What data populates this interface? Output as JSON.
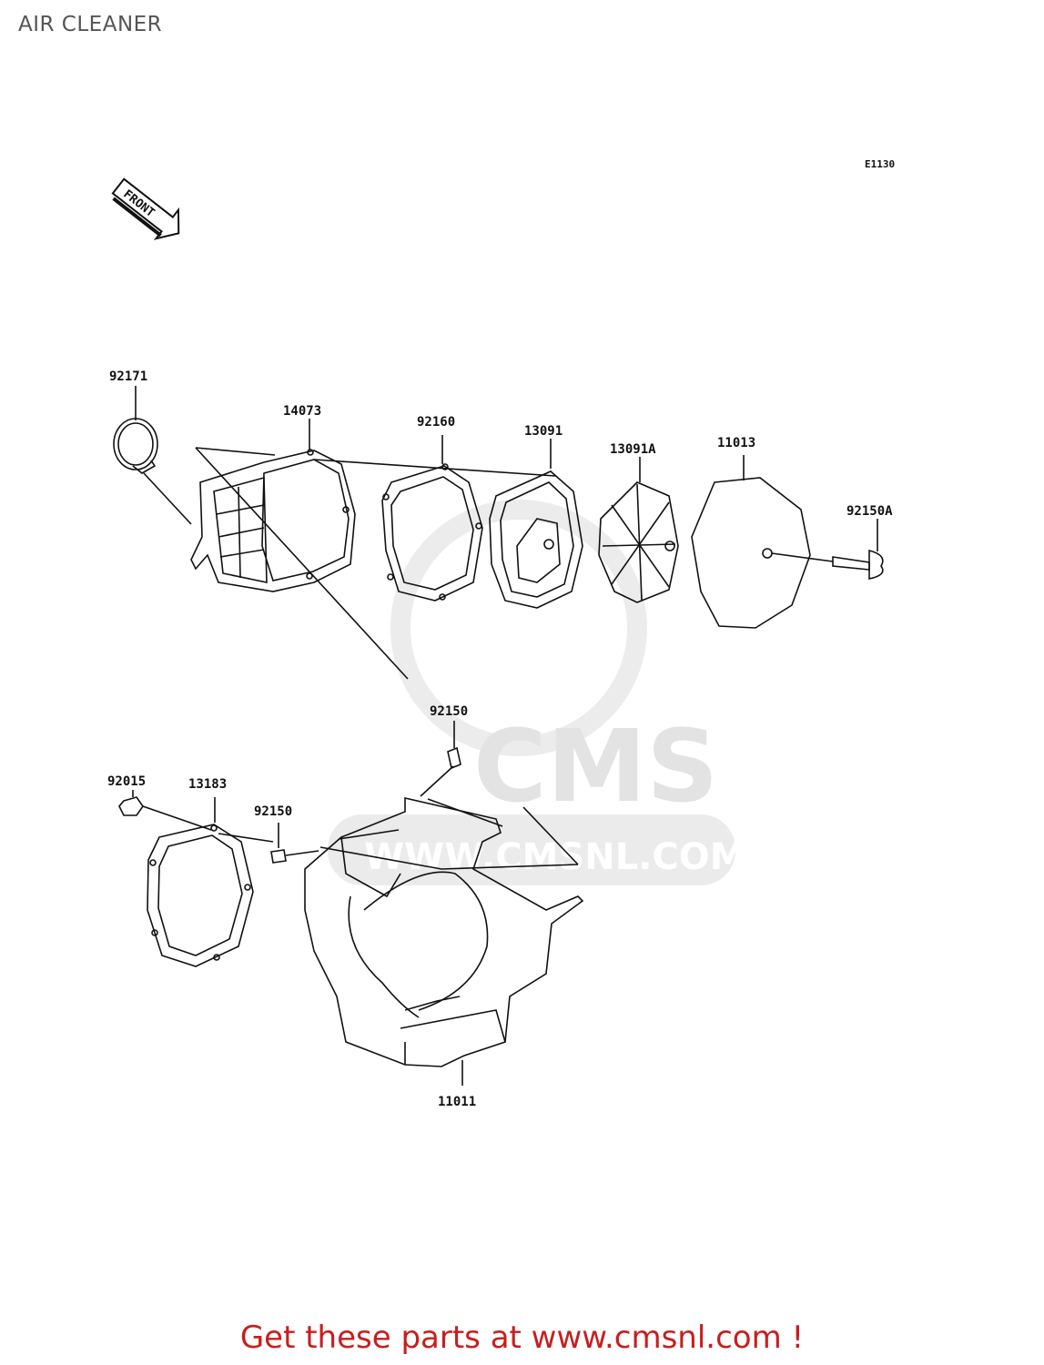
{
  "page": {
    "title": "AIR CLEANER"
  },
  "diagram": {
    "code": "E1130",
    "front_marker": "FRONT",
    "parts": [
      {
        "id": "92171"
      },
      {
        "id": "14073"
      },
      {
        "id": "92160"
      },
      {
        "id": "13091"
      },
      {
        "id": "13091A"
      },
      {
        "id": "11013"
      },
      {
        "id": "92150A"
      },
      {
        "id": "92150"
      },
      {
        "id": "92015"
      },
      {
        "id": "13183"
      },
      {
        "id": "92150"
      },
      {
        "id": "11011"
      }
    ]
  },
  "watermark": {
    "logo_text": "CMS",
    "site_text": "WWW.CMSNL.COM"
  },
  "footer": {
    "cta": "Get these parts at www.cmsnl.com !"
  },
  "colors": {
    "cta": "#c81e1e",
    "line": "#111111",
    "watermark": "#e6e6e6"
  }
}
